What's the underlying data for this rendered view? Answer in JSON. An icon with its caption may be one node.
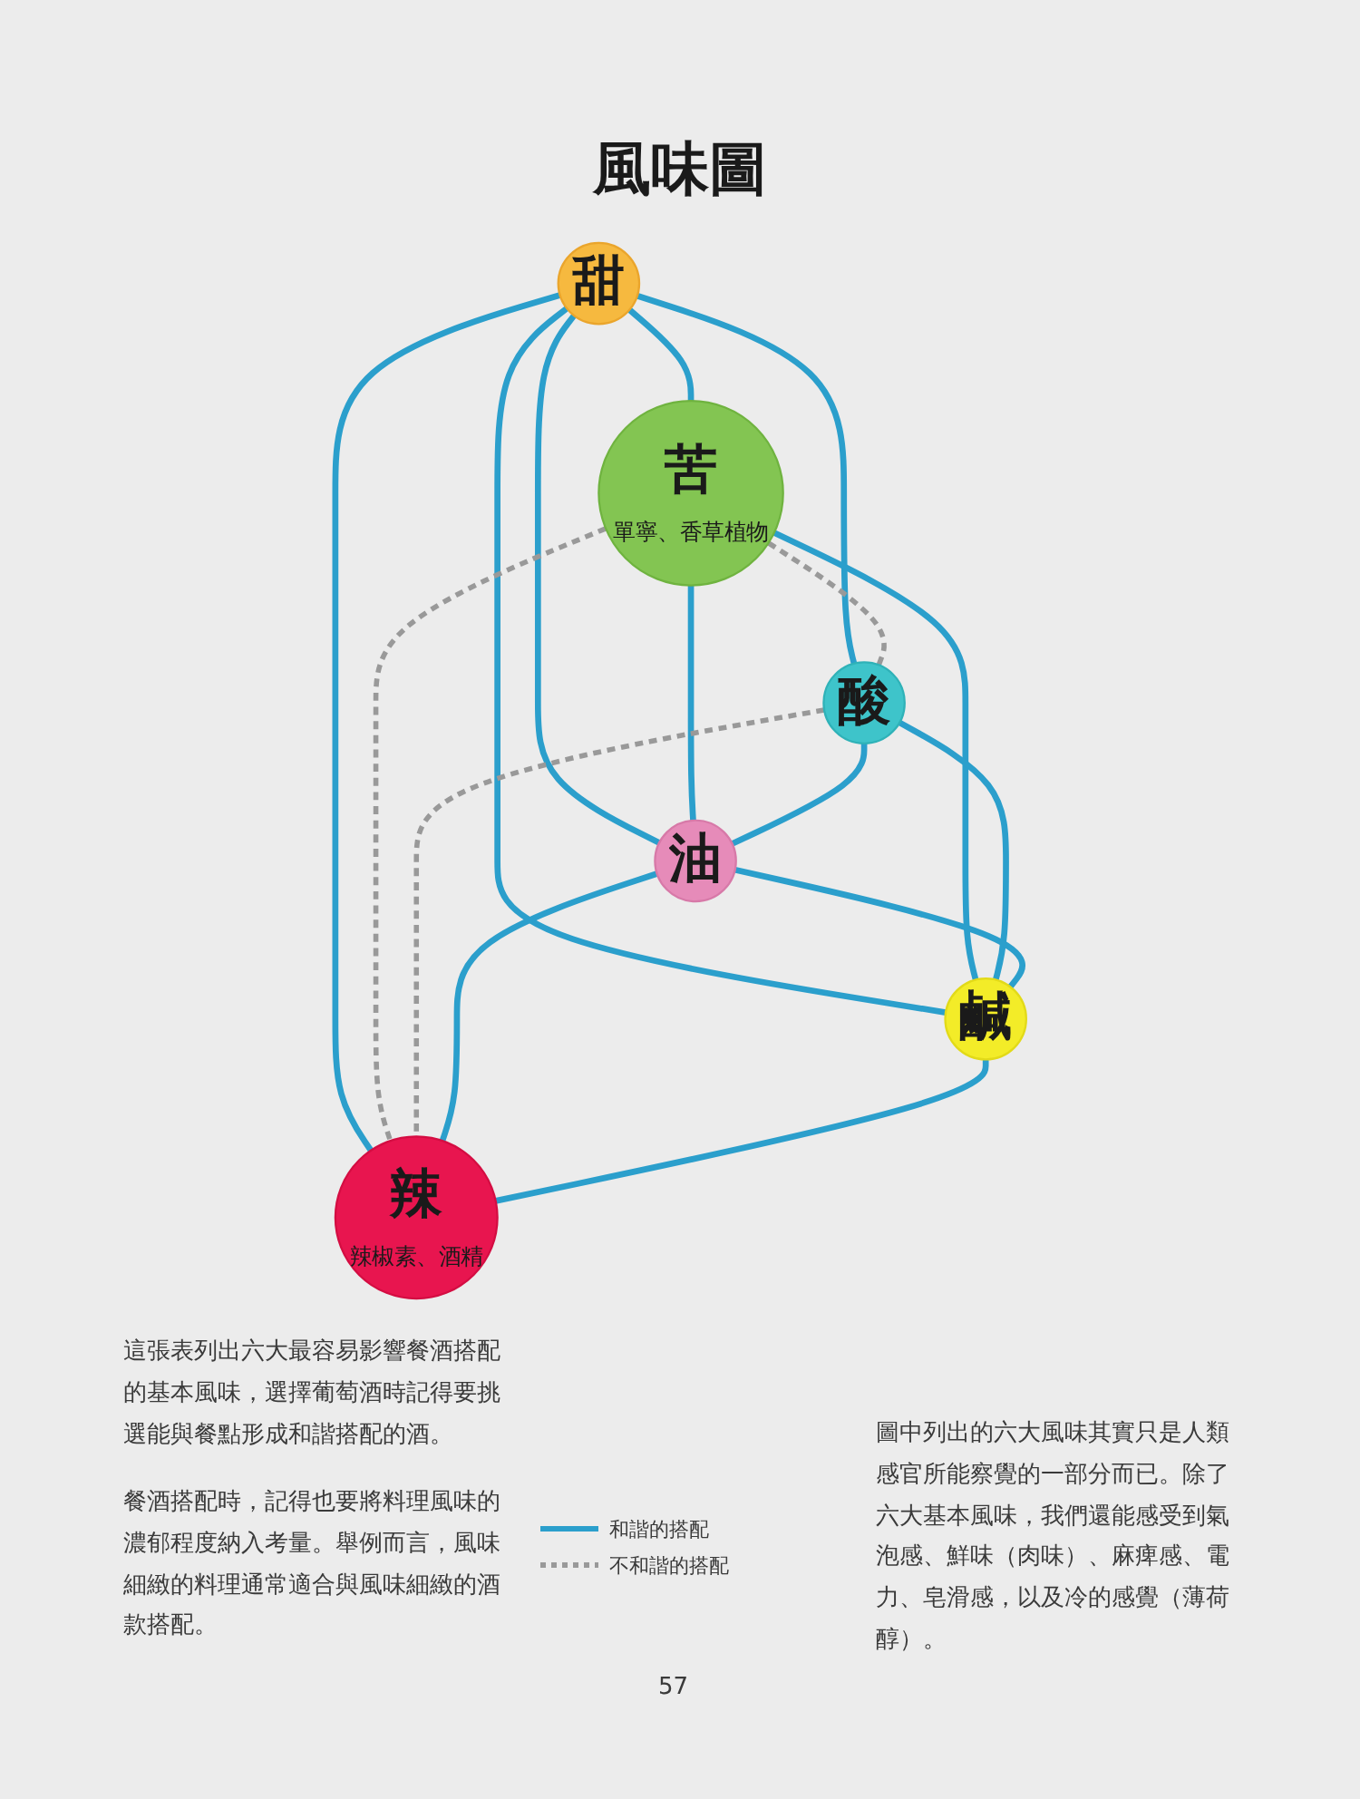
{
  "diagram": {
    "title": "風味圖",
    "nodes": [
      {
        "text": [
          "甜"
        ]
      },
      {
        "text": [
          "苦",
          "單寧、香草植物"
        ]
      },
      {
        "text": [
          "酸"
        ]
      },
      {
        "text": [
          "油"
        ]
      },
      {
        "text": [
          "鹹"
        ]
      },
      {
        "text": [
          "辣",
          "辣椒素、酒精"
        ]
      }
    ],
    "edges": [
      {
        "from": 0,
        "to": 1,
        "arrow": "none"
      },
      {
        "from": 0,
        "to": 2,
        "arrow": "none"
      },
      {
        "from": 0,
        "to": 3,
        "arrow": "none"
      },
      {
        "from": 0,
        "to": 4,
        "arrow": "none"
      },
      {
        "from": 0,
        "to": 5,
        "arrow": "none"
      },
      {
        "from": 1,
        "to": 2,
        "arrow": "none",
        "style": "dashed",
        "color": "#999999"
      },
      {
        "from": 1,
        "to": 3,
        "arrow": "none"
      },
      {
        "from": 1,
        "to": 4,
        "arrow": "none"
      },
      {
        "from": 1,
        "to": 5,
        "arrow": "none",
        "style": "dashed",
        "color": "#999999"
      },
      {
        "from": 2,
        "to": 3,
        "arrow": "none"
      },
      {
        "from": 2,
        "to": 4,
        "arrow": "none"
      },
      {
        "from": 2,
        "to": 5,
        "arrow": "none",
        "style": "dashed",
        "color": "#999999"
      },
      {
        "from": 3,
        "to": 4,
        "arrow": "none"
      },
      {
        "from": 3,
        "to": 5,
        "arrow": "none"
      },
      {
        "from": 4,
        "to": 5,
        "arrow": "none"
      }
    ],
    "labels": [
      "這張表列出六大最容易影響餐酒搭配的基本風味，選擇葡萄酒時記得要挑選能與餐點形成和諧搭配的酒。",
      "餐酒搭配時，記得也要將料理風味的濃郁程度納入考量。舉例而言，風味細緻的料理通常適合與風味細緻的酒款搭配。",
      "圖中列出的六大風味其實只是人類感官所能察覺的一部分而已。除了六大基本風味，我們還能感受到氣泡感、鮮味（肉味）、麻痺感、電力、皂滑感，以及冷的感覺（薄荷醇）。",
      "57"
    ],
    "legend": [
      {
        "text": "和諧的搭配"
      },
      {
        "text": "不和諧的搭配"
      }
    ]
  }
}
